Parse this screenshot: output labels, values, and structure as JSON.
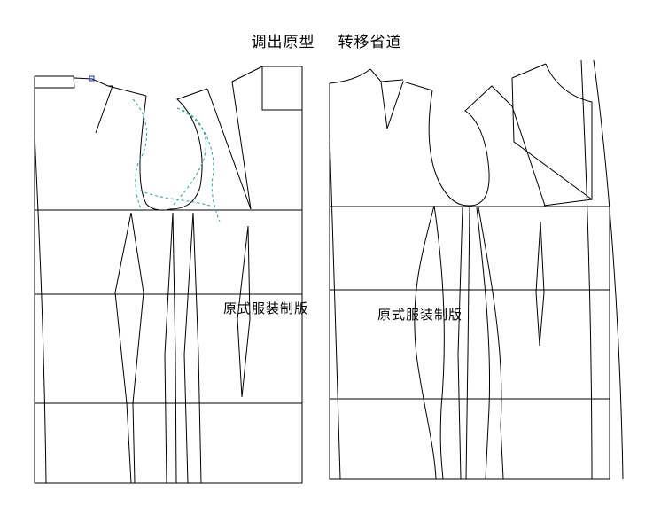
{
  "title": {
    "left": "调出原型",
    "right": "转移省道"
  },
  "watermarks": [
    "原式服装制版",
    "原式服装制版"
  ],
  "colors": {
    "line": "#000000",
    "guide_dashed": "#2a9d8f",
    "marker": "#1b2cc4",
    "background": "#ffffff"
  }
}
